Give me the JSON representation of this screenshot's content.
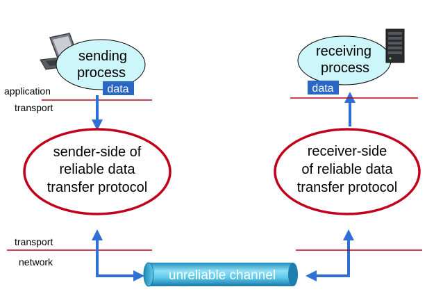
{
  "sender": {
    "process_line1": "sending",
    "process_line2": "process",
    "data_tag": "data",
    "layer_application": "application",
    "layer_transport": "transport",
    "protocol_line1": "sender-side of",
    "protocol_line2": "reliable data",
    "protocol_line3": "transfer protocol",
    "lower_transport": "transport",
    "lower_network": "network"
  },
  "receiver": {
    "process_line1": "receiving",
    "process_line2": "process",
    "data_tag": "data",
    "protocol_line1": "receiver-side",
    "protocol_line2": "of reliable data",
    "protocol_line3": "transfer protocol"
  },
  "channel": {
    "label": "unreliable channel"
  },
  "colors": {
    "process_fill": "#cdf6fb",
    "protocol_stroke": "#c0001a",
    "layer_line": "#c0001a",
    "arrow": "#2f6fd6",
    "data_tag_fill": "#2a66c4",
    "channel_dark": "#1a86b0",
    "channel_light": "#7fd8f2"
  },
  "icons": {
    "sender_host": "laptop-icon",
    "receiver_host": "server-icon"
  }
}
